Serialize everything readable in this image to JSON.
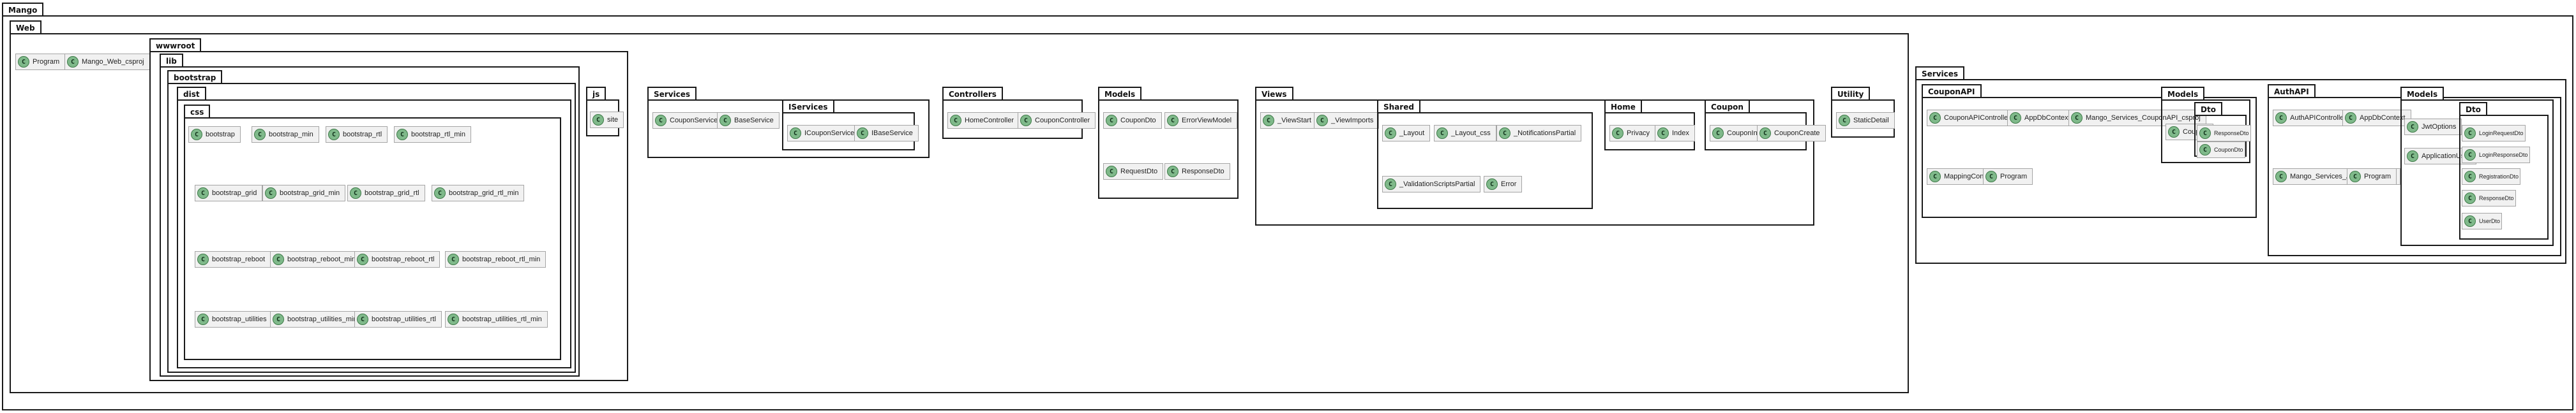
{
  "class_marker": "C",
  "packages": {
    "mango": "Mango",
    "web": "Web",
    "wwwroot": "wwwroot",
    "lib": "lib",
    "bootstrap": "bootstrap",
    "dist": "dist",
    "css": "css",
    "js": "js",
    "services_web": "Services",
    "iservices": "IServices",
    "controllers": "Controllers",
    "models_web": "Models",
    "views": "Views",
    "shared": "Shared",
    "home": "Home",
    "coupon_views": "Coupon",
    "utility": "Utility",
    "services_root": "Services",
    "couponapi": "CouponAPI",
    "couponapi_models": "Models",
    "couponapi_dto": "Dto",
    "authapi": "AuthAPI",
    "authapi_models": "Models",
    "authapi_dto": "Dto"
  },
  "web_classes": [
    "Program",
    "Mango_Web_csproj"
  ],
  "css_classes": [
    "bootstrap",
    "bootstrap_min",
    "bootstrap_rtl",
    "bootstrap_rtl_min",
    "bootstrap_grid",
    "bootstrap_grid_min",
    "bootstrap_grid_rtl",
    "bootstrap_grid_rtl_min",
    "bootstrap_reboot",
    "bootstrap_reboot_min",
    "bootstrap_reboot_rtl",
    "bootstrap_reboot_rtl_min",
    "bootstrap_utilities",
    "bootstrap_utilities_min",
    "bootstrap_utilities_rtl",
    "bootstrap_utilities_rtl_min"
  ],
  "js_classes": [
    "site"
  ],
  "web_services_classes": [
    "CouponService",
    "BaseService"
  ],
  "iservices_classes": [
    "ICouponService",
    "IBaseService"
  ],
  "controllers_classes": [
    "HomeController",
    "CouponController"
  ],
  "models_classes": [
    "CouponDto",
    "ErrorViewModel",
    "RequestDto",
    "ResponseDto"
  ],
  "views_classes": [
    "_ViewStart",
    "_ViewImports"
  ],
  "shared_classes": [
    "_Layout",
    "_Layout_css",
    "_NotificationsPartial",
    "_ValidationScriptsPartial",
    "Error"
  ],
  "home_classes": [
    "Privacy",
    "Index"
  ],
  "coupon_views_classes": [
    "CouponIndex",
    "CouponCreate"
  ],
  "utility_classes": [
    "StaticDetail"
  ],
  "couponapi_classes": [
    "CouponAPIController",
    "AppDbContext",
    "Mango_Services_CouponAPI_csproj",
    "MappingConfig",
    "Program"
  ],
  "couponapi_models_classes": [
    "Coupon"
  ],
  "couponapi_dto_classes": [
    "ResponseDto",
    "CouponDto"
  ],
  "authapi_classes": [
    "AuthAPIController",
    "AppDbContext",
    "Mango_Services_AuthAPI_csproj",
    "Program"
  ],
  "authapi_models_classes": [
    "JwtOptions",
    "ApplicationUser"
  ],
  "authapi_dto_classes": [
    "LoginRequestDto",
    "LoginResponseDto",
    "RegistrationDto",
    "ResponseDto",
    "UserDto"
  ]
}
